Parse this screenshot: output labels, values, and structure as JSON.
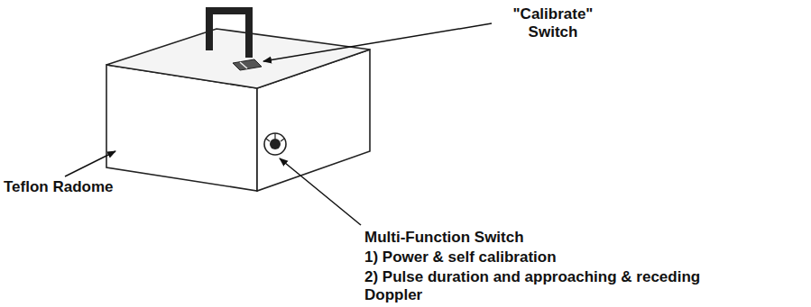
{
  "diagram": {
    "labels": [
      "\"Calibrate\" Switch",
      "Teflon Radome",
      "Multi-Function Switch",
      "1) Power & self calibration",
      "2) Pulse duration and approaching & receding Doppler"
    ]
  }
}
